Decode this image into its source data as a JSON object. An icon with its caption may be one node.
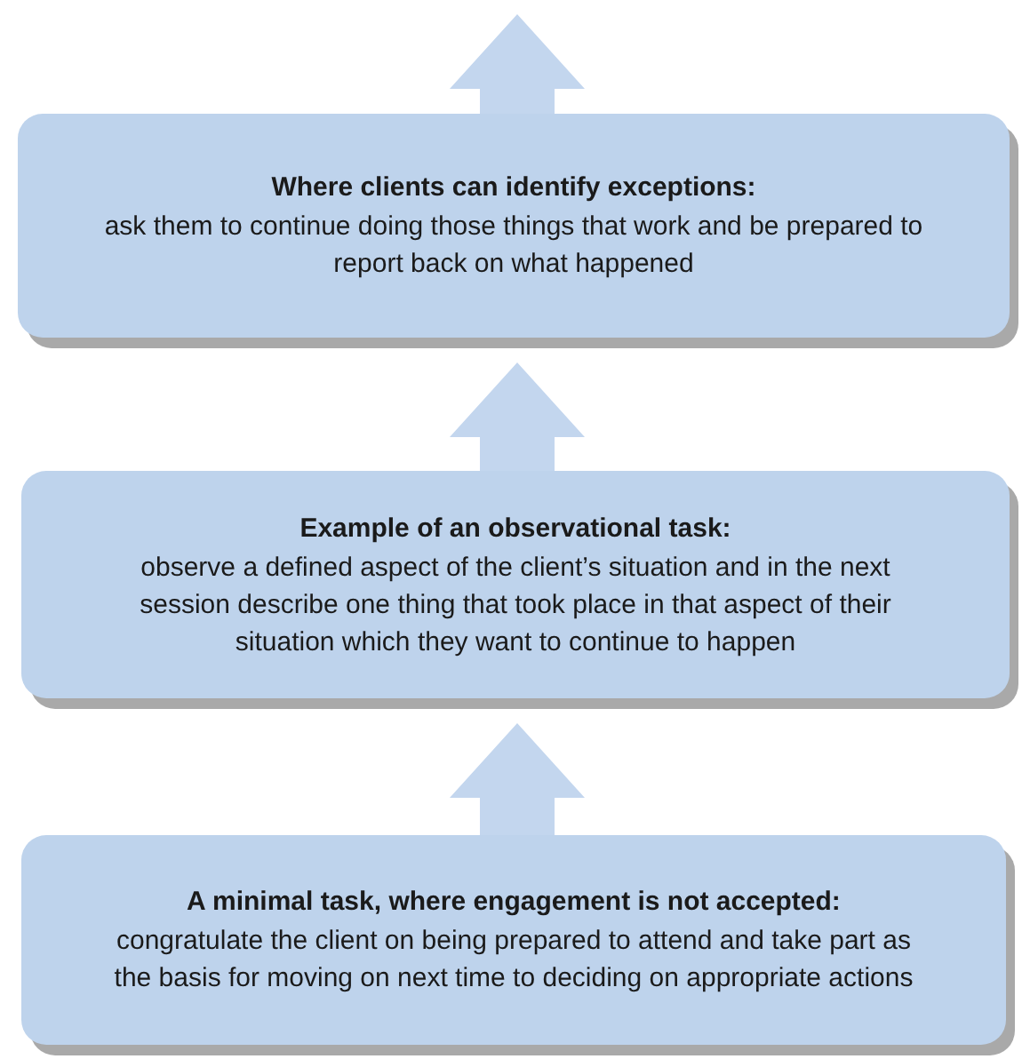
{
  "diagram": {
    "nodes": [
      {
        "text": [
          "Where clients can identify exceptions:",
          "ask them to continue doing those things that work and be prepared to report back on what happened"
        ]
      },
      {
        "text": [
          "Example of an observational task:",
          "observe a defined aspect of the client’s situation and in the next session describe one thing that took place in that aspect of their situation which they want to continue to happen"
        ]
      },
      {
        "text": [
          "A minimal task, where engagement is not accepted:",
          "congratulate the client on being prepared to attend and take part as the basis for moving on next time to deciding on appropriate actions"
        ]
      }
    ],
    "edges": [
      {
        "from": 2,
        "to": 1,
        "arrow": "to"
      },
      {
        "from": 1,
        "to": 0,
        "arrow": "to"
      },
      {
        "from": 0,
        "to": null,
        "arrow": "to"
      }
    ]
  }
}
